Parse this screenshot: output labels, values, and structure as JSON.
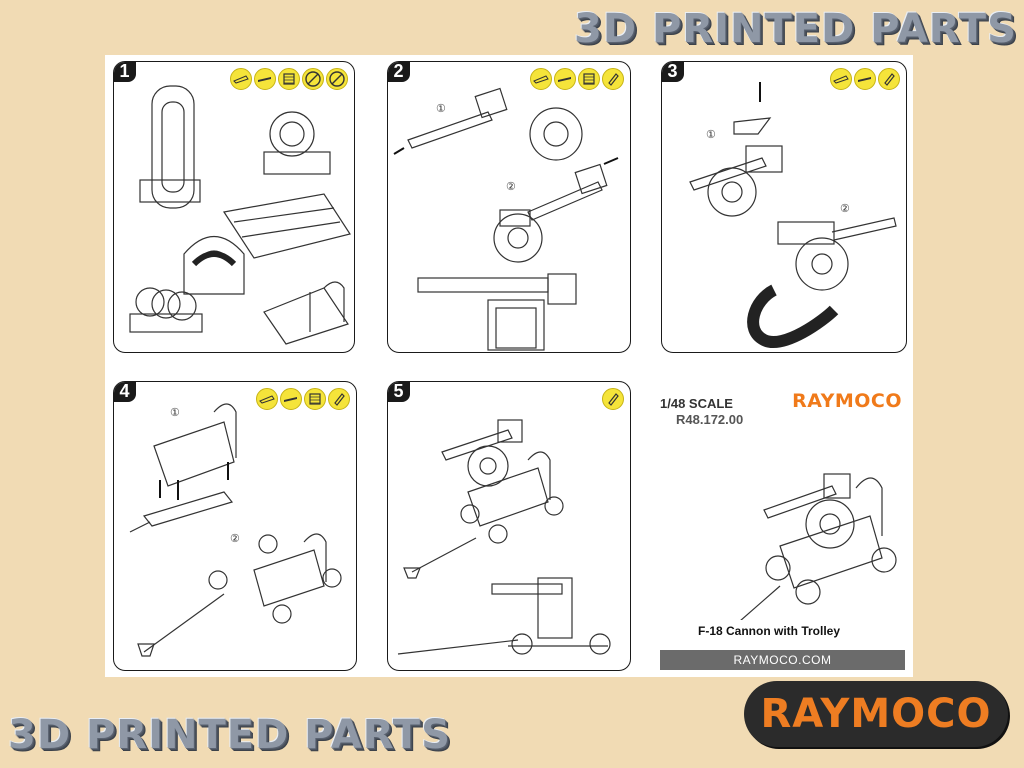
{
  "banner": {
    "top_text": "3D PRINTED PARTS",
    "bottom_text": "3D PRINTED PARTS"
  },
  "panels": [
    {
      "number": "1",
      "tools": [
        "knife-icon",
        "file-icon",
        "sandpaper-icon",
        "no-drill-icon",
        "no-glue-icon"
      ]
    },
    {
      "number": "2",
      "tools": [
        "knife-icon",
        "file-icon",
        "sandpaper-icon",
        "glue-icon"
      ],
      "labels": [
        "①",
        "②"
      ]
    },
    {
      "number": "3",
      "tools": [
        "knife-icon",
        "file-icon",
        "glue-icon"
      ],
      "labels": [
        "①",
        "②"
      ]
    },
    {
      "number": "4",
      "tools": [
        "knife-icon",
        "file-icon",
        "sandpaper-icon",
        "glue-icon"
      ],
      "labels": [
        "①",
        "②"
      ]
    },
    {
      "number": "5",
      "tools": [
        "glue-icon"
      ]
    }
  ],
  "info": {
    "scale": "1/48 SCALE",
    "code": "R48.172.00",
    "brand": "RAYMOCO",
    "caption": "F-18 Cannon with Trolley",
    "url": "RAYMOCO.COM"
  },
  "logo": {
    "text": "RAYMOCO"
  },
  "colors": {
    "background": "#f1dbb4",
    "tool_yellow": "#f5e43a",
    "brand_orange": "#f07a1a",
    "logo_dark": "#2b2b2b"
  }
}
